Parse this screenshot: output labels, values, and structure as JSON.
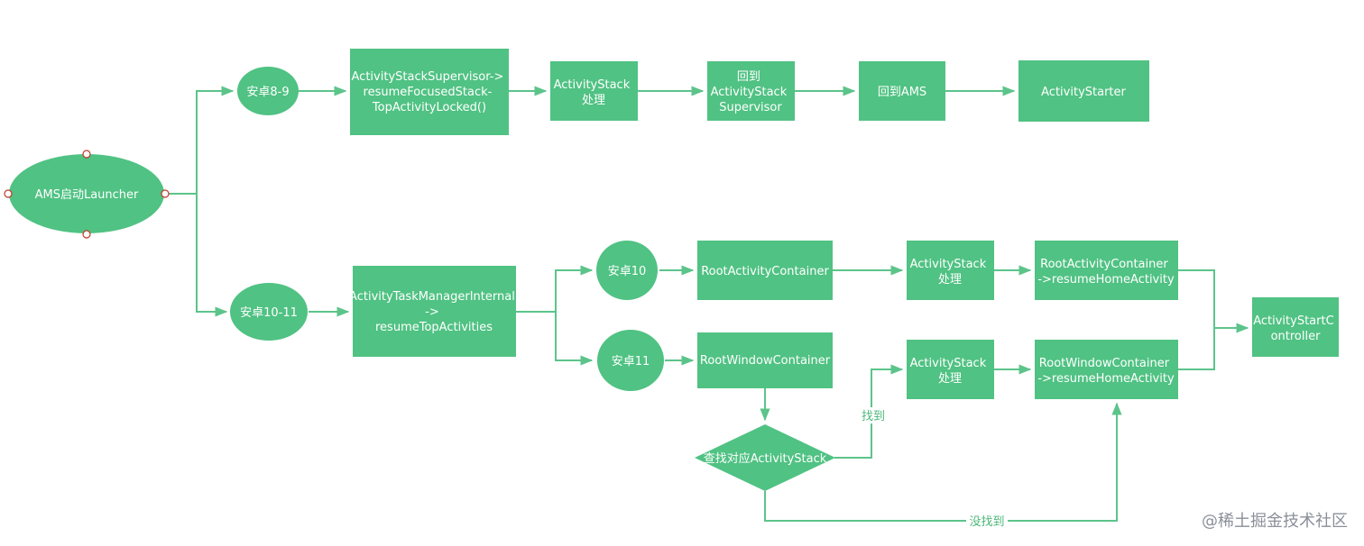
{
  "colors": {
    "node_fill": "#50c283",
    "edge": "#5cc48a",
    "handle_stroke": "#c0392b",
    "watermark": "#8a8f99"
  },
  "nodes": {
    "ams": "AMS启动Launcher",
    "android_8_9": "安卓8-9",
    "android_10_11": "安卓10-11",
    "android_10": "安卓10",
    "android_11": "安卓11",
    "supervisor_resume": [
      "ActivityStackSupervisor->",
      "resumeFocusedStack-",
      "TopActivityLocked()"
    ],
    "stack_process_top": [
      "ActivityStack",
      "处理"
    ],
    "back_to_supervisor": [
      "回到",
      "ActivityStack",
      "Supervisor"
    ],
    "back_to_ams": "回到AMS",
    "activity_starter": "ActivityStarter",
    "task_manager_internal": [
      "ActivityTaskManagerInternal",
      "->",
      "resumeTopActivities"
    ],
    "root_activity_container": "RootActivityContainer",
    "stack_process_10": [
      "ActivityStack",
      "处理"
    ],
    "root_activity_container_resume": [
      "RootActivityContainer",
      "->resumeHomeActivity"
    ],
    "root_window_container": "RootWindowContainer",
    "stack_process_11": [
      "ActivityStack",
      "处理"
    ],
    "root_window_container_resume": [
      "RootWindowContainer",
      "->resumeHomeActivity"
    ],
    "find_stack_decision": "查找对应ActivityStack",
    "activity_start_controller": [
      "ActivityStartC",
      "ontroller"
    ]
  },
  "edge_labels": {
    "found": "找到",
    "not_found": "没找到"
  },
  "watermark": "@稀土掘金技术社区"
}
